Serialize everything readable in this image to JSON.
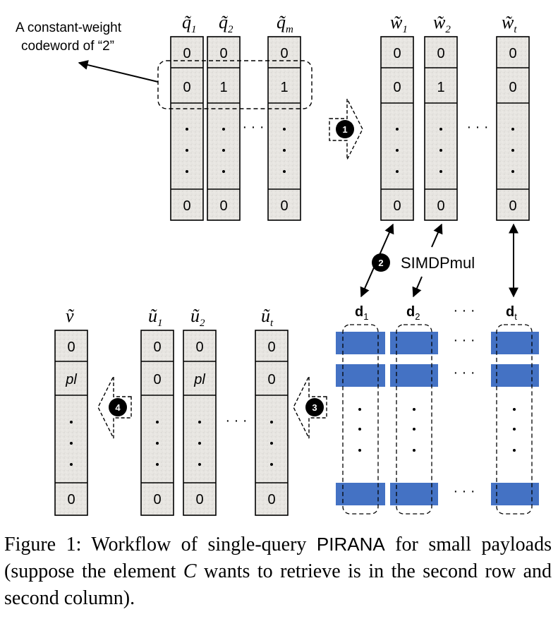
{
  "annotation": {
    "line1": "A constant-weight",
    "line2": "codeword of “2”"
  },
  "query_columns": {
    "labels": [
      "q̃",
      "q̃",
      "q̃"
    ],
    "subscripts": [
      "1",
      "2",
      "m"
    ],
    "cells": [
      [
        "0",
        "0",
        "0"
      ],
      [
        "0",
        "1",
        "1"
      ],
      [
        "0",
        "0",
        "0"
      ]
    ]
  },
  "w_columns": {
    "labels": [
      "w̃",
      "w̃",
      "w̃"
    ],
    "subscripts": [
      "1",
      "2",
      "t"
    ],
    "cells": [
      [
        "0",
        "0",
        "0"
      ],
      [
        "0",
        "1",
        "0"
      ],
      [
        "0",
        "0",
        "0"
      ]
    ]
  },
  "db_columns": {
    "labels": [
      "d",
      "d",
      "d"
    ],
    "subscripts": [
      "1",
      "2",
      "t"
    ]
  },
  "u_columns": {
    "labels": [
      "ũ",
      "ũ",
      "ũ"
    ],
    "subscripts": [
      "1",
      "2",
      "t"
    ],
    "cells": [
      [
        "0",
        "0",
        "0"
      ],
      [
        "0",
        "pl",
        "0"
      ],
      [
        "0",
        "0",
        "0"
      ]
    ]
  },
  "v_column": {
    "label": "ṽ",
    "cells": [
      "0",
      "pl",
      "0"
    ]
  },
  "steps": [
    "1",
    "2",
    "3",
    "4"
  ],
  "simd_label": "SIMDPmul",
  "ellipsis": "· · ·",
  "caption": {
    "prefix": "Figure 1: Workflow of single-query ",
    "scheme": "PIRANA",
    "middle": " for small payloads (suppose the element ",
    "element": "C",
    "suffix": " wants to retrieve is in the second row and second column)."
  }
}
